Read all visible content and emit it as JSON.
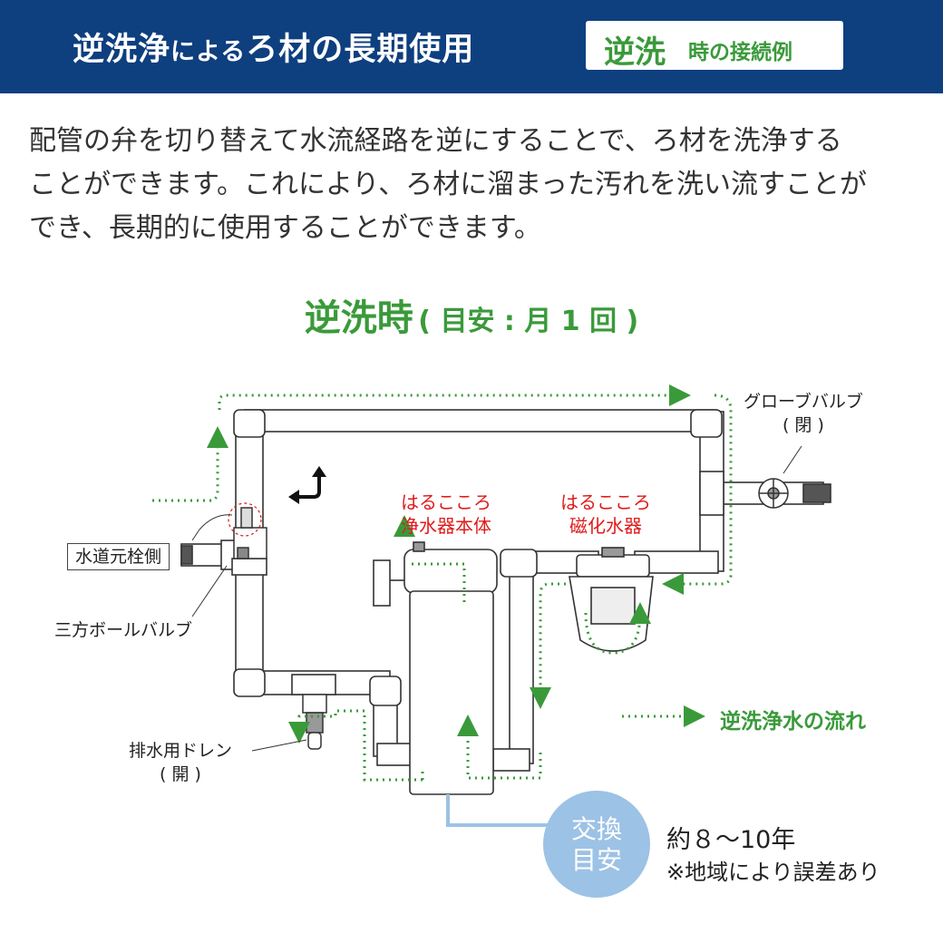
{
  "header": {
    "title_main": "逆洗浄",
    "title_small": "による",
    "title_rest": "ろ材の長期使用",
    "badge_main": "逆洗",
    "badge_sub": "時の接続例"
  },
  "description": {
    "lines": [
      "配管の弁を切り替えて水流経路を逆にすることで、ろ材を洗浄する",
      "ことができます。これにより、ろ材に溜まった汚れを洗い流すことが",
      "でき、長期的に使用することができます。"
    ]
  },
  "section": {
    "title": "逆洗時",
    "subtitle": "( 目安 : 月 1 回 )"
  },
  "labels": {
    "globe_valve": "グローブバルブ",
    "globe_valve_state": "( 閉 )",
    "purifier_line1": "はるこころ",
    "purifier_line2": "浄水器本体",
    "magnetizer_line1": "はるこころ",
    "magnetizer_line2": "磁化水器",
    "water_main": "水道元栓側",
    "three_way_valve": "三方ボールバルブ",
    "drain_line1": "排水用ドレン",
    "drain_line2": "( 開 )"
  },
  "legend": {
    "text": "逆洗浄水の流れ"
  },
  "replacement": {
    "badge_line1": "交換",
    "badge_line2": "目安",
    "period": "約８〜10年",
    "note": "※地域により誤差あり"
  },
  "colors": {
    "header_bg": "#0e3f7f",
    "accent_green": "#3a9a3a",
    "red_label": "#e01b1b",
    "badge_circle": "#9cc2e5"
  }
}
